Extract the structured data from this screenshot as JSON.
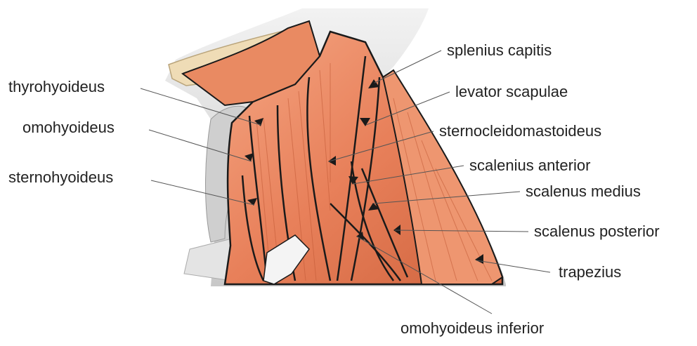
{
  "labels": {
    "thyrohyoideus": "thyrohyoideus",
    "omohyoideus": "omohyoideus",
    "sternohyoideus": "sternohyoideus",
    "splenius_capitis": "splenius capitis",
    "levator_scapulae": "levator scapulae",
    "sternocleidomastoideus": "sternocleidomastoideus",
    "scalenius_anterior": "scalenius anterior",
    "scalenus_medius": "scalenus medius",
    "scalenus_posterior": "scalenus posterior",
    "trapezius": "trapezius",
    "omohyoideus_inferior": "omohyoideus inferior"
  },
  "colors": {
    "muscle": "#e8805a",
    "muscle_dark": "#c8603c",
    "muscle_light": "#f4a582",
    "bone": "#f0e2c0",
    "skin_gray": "#d8d8d8",
    "outline": "#1a1a1a",
    "leader": "#555555"
  }
}
